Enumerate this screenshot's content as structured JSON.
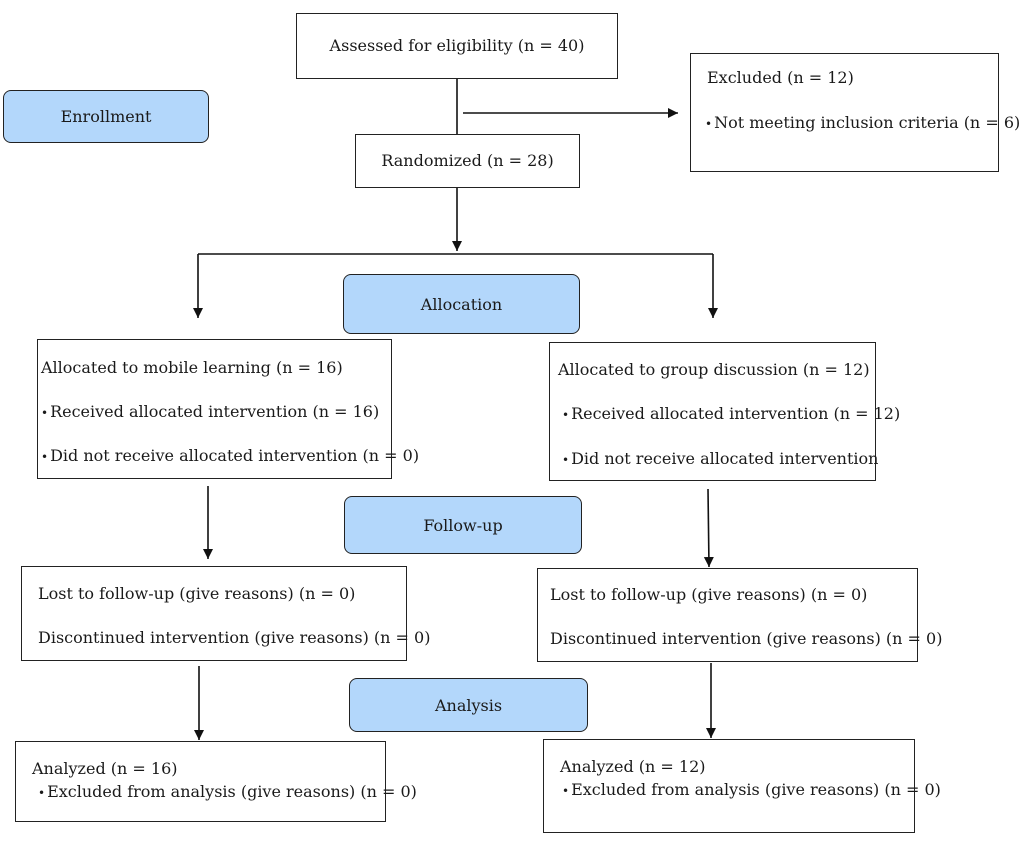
{
  "stages": {
    "enrollment": "Enrollment",
    "allocation": "Allocation",
    "followup": "Follow-up",
    "analysis": "Analysis"
  },
  "assessed": "Assessed for eligibility (n = 40)",
  "excluded": {
    "title": "Excluded (n = 12)",
    "items": [
      "Not meeting inclusion criteria (n = 6)"
    ]
  },
  "randomized": "Randomized (n = 28)",
  "left": {
    "allocation": {
      "title": "Allocated to mobile learning (n = 16)",
      "items": [
        "Received allocated intervention (n = 16)",
        "Did not receive allocated intervention (n = 0)"
      ]
    },
    "followup": {
      "lost": "Lost to follow-up (give reasons) (n = 0)",
      "discontinued": "Discontinued intervention (give reasons) (n = 0)"
    },
    "analysis": {
      "title": "Analyzed (n = 16)",
      "items": [
        "Excluded from analysis (give reasons) (n = 0)"
      ]
    }
  },
  "right": {
    "allocation": {
      "title": "Allocated to group discussion (n = 12)",
      "items": [
        "Received allocated intervention (n = 12)",
        "Did not receive allocated intervention"
      ]
    },
    "followup": {
      "lost": "Lost to follow-up (give reasons) (n = 0)",
      "discontinued": "Discontinued intervention (give reasons) (n = 0)"
    },
    "analysis": {
      "title": "Analyzed (n = 12)",
      "items": [
        "Excluded from analysis (give reasons) (n = 0)"
      ]
    }
  },
  "bullet": "•"
}
